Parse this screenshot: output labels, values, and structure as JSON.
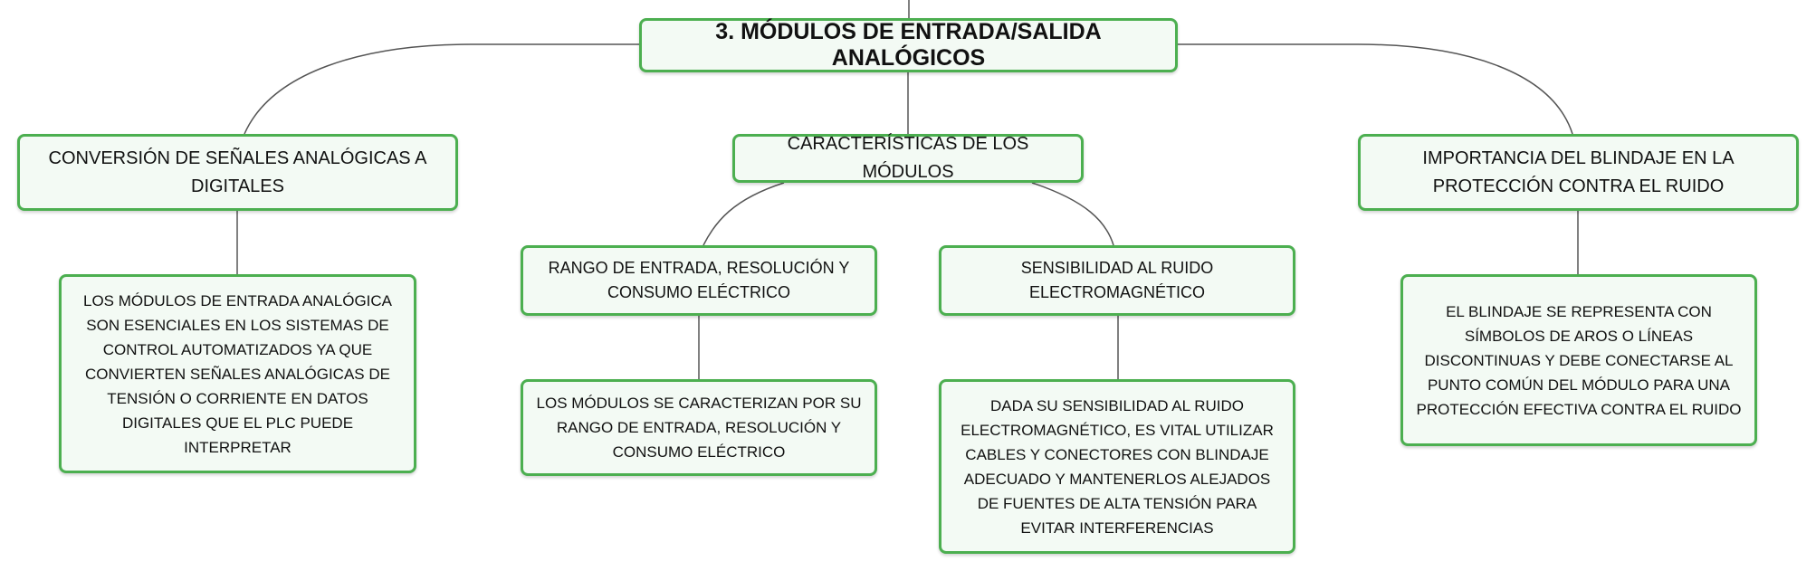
{
  "diagram": {
    "root": {
      "label": "3. MÓDULOS DE ENTRADA/SALIDA ANALÓGICOS"
    },
    "branches": [
      {
        "label": "CONVERSIÓN DE SEÑALES ANALÓGICAS A DIGITALES",
        "detail": "LOS MÓDULOS DE ENTRADA ANALÓGICA SON ESENCIALES EN LOS SISTEMAS DE CONTROL AUTOMATIZADOS YA QUE CONVIERTEN SEÑALES ANALÓGICAS DE TENSIÓN O CORRIENTE EN DATOS DIGITALES QUE EL PLC PUEDE INTERPRETAR"
      },
      {
        "label": "CARACTERÍSTICAS DE LOS MÓDULOS",
        "subtopics": [
          {
            "label": "RANGO DE ENTRADA, RESOLUCIÓN Y CONSUMO ELÉCTRICO",
            "detail": "LOS MÓDULOS SE CARACTERIZAN POR SU RANGO DE ENTRADA, RESOLUCIÓN Y CONSUMO ELÉCTRICO"
          },
          {
            "label": "SENSIBILIDAD AL RUIDO ELECTROMAGNÉTICO",
            "detail": "DADA SU SENSIBILIDAD AL RUIDO ELECTROMAGNÉTICO, ES VITAL UTILIZAR CABLES Y CONECTORES CON BLINDAJE ADECUADO Y MANTENERLOS ALEJADOS DE FUENTES DE ALTA TENSIÓN PARA EVITAR INTERFERENCIAS"
          }
        ]
      },
      {
        "label": "IMPORTANCIA DEL BLINDAJE EN LA PROTECCIÓN CONTRA EL RUIDO",
        "detail": "EL BLINDAJE SE REPRESENTA CON SÍMBOLOS DE AROS O LÍNEAS DISCONTINUAS Y DEBE CONECTARSE AL PUNTO COMÚN DEL MÓDULO PARA UNA PROTECCIÓN EFECTIVA CONTRA EL RUIDO"
      }
    ],
    "colors": {
      "node_border": "#4caf50",
      "node_fill": "#f3faf4",
      "connector": "#555555",
      "text": "#111111"
    }
  }
}
